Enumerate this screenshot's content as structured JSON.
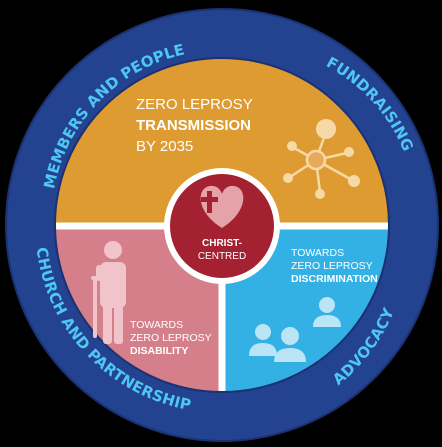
{
  "colors": {
    "background": "#000000",
    "outer_ring": "#23428f",
    "outer_ring_edge": "#1a3272",
    "top_segment": "#de9b32",
    "left_segment": "#d57f8b",
    "right_segment": "#34b1e4",
    "center": "#a32130",
    "divider": "#ffffff",
    "ring_text": "#4ec7f2",
    "segment_text": "#ffffff"
  },
  "ring_labels": {
    "members": "MEMBERS AND PEOPLE",
    "fundraising": "FUNDRAISING",
    "church": "CHURCH AND PARTNERSHIP",
    "advocacy": "ADVOCACY"
  },
  "top_segment": {
    "line1": "ZERO LEPROSY",
    "line2": "TRANSMISSION",
    "line3": "BY 2035",
    "icon": "network-nodes-icon"
  },
  "left_segment": {
    "line1": "TOWARDS",
    "line2": "ZERO LEPROSY",
    "line3": "DISABILITY",
    "icon": "person-with-crutch-icon"
  },
  "right_segment": {
    "line1": "TOWARDS",
    "line2": "ZERO LEPROSY",
    "line3": "DISCRIMINATION",
    "icon": "people-group-icon"
  },
  "center": {
    "line1": "CHRIST-",
    "line2": "CENTRED",
    "icon": "heart-cross-icon"
  }
}
